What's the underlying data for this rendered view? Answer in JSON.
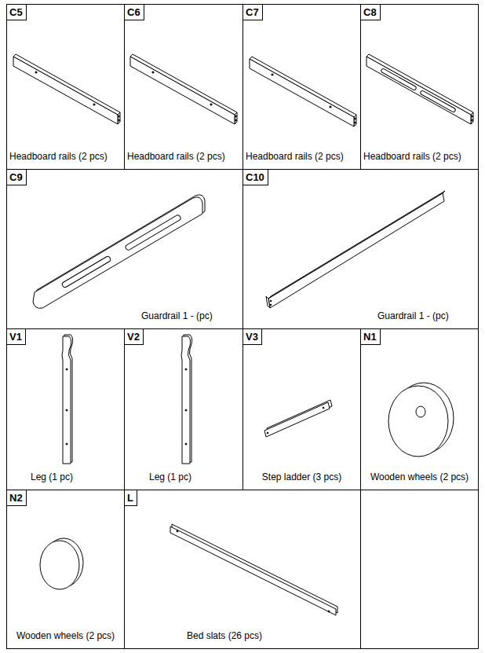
{
  "diagram": {
    "nodes": [
      {
        "text": [
          "C5",
          "Headboard rails (2 pcs)"
        ]
      },
      {
        "text": [
          "C6",
          "Headboard rails (2 pcs)"
        ]
      },
      {
        "text": [
          "C7",
          "Headboard rails (2 pcs)"
        ]
      },
      {
        "text": [
          "C8",
          "Headboard rails (2 pcs)"
        ]
      },
      {
        "text": [
          "C9",
          "Guardrail 1 - (pc)"
        ]
      },
      {
        "text": [
          "C10",
          "Guardrail 1 - (pc)"
        ]
      },
      {
        "text": [
          "V1",
          "Leg (1 pc)"
        ]
      },
      {
        "text": [
          "V2",
          "Leg (1 pc)"
        ]
      },
      {
        "text": [
          "V3",
          "Step ladder (3 pcs)"
        ]
      },
      {
        "text": [
          "N1",
          "Wooden wheels (2 pcs)"
        ]
      },
      {
        "text": [
          "N2",
          "Wooden wheels (2 pcs)"
        ]
      },
      {
        "text": [
          "L",
          "Bed slats (26 pcs)"
        ]
      }
    ]
  }
}
